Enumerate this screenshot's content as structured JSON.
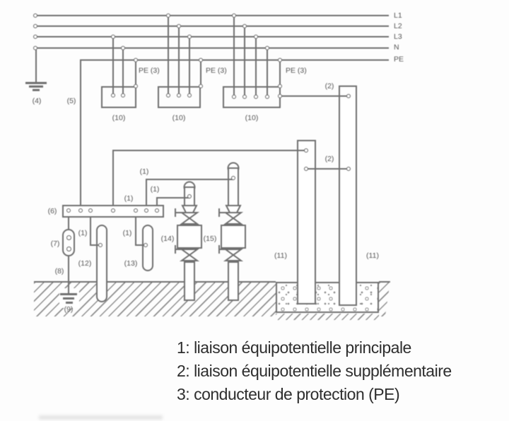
{
  "diagram": {
    "bus_labels": [
      "L1",
      "L2",
      "L3",
      "N",
      "PE"
    ],
    "pe_conductor_label": "PE (3)",
    "refs": {
      "r1": "(1)",
      "r2": "(2)",
      "r4": "(4)",
      "r5": "(5)",
      "r6": "(6)",
      "r7": "(7)",
      "r8": "(8)",
      "r9": "(9)",
      "r10": "(10)",
      "r11": "(11)",
      "r12": "(12)",
      "r13": "(13)",
      "r14": "(14)",
      "r15": "(15)"
    }
  },
  "legend": {
    "items": [
      "1: liaison équipotentielle principale",
      "2: liaison équipotentielle supplémentaire",
      "3: conducteur de protection (PE)"
    ]
  }
}
